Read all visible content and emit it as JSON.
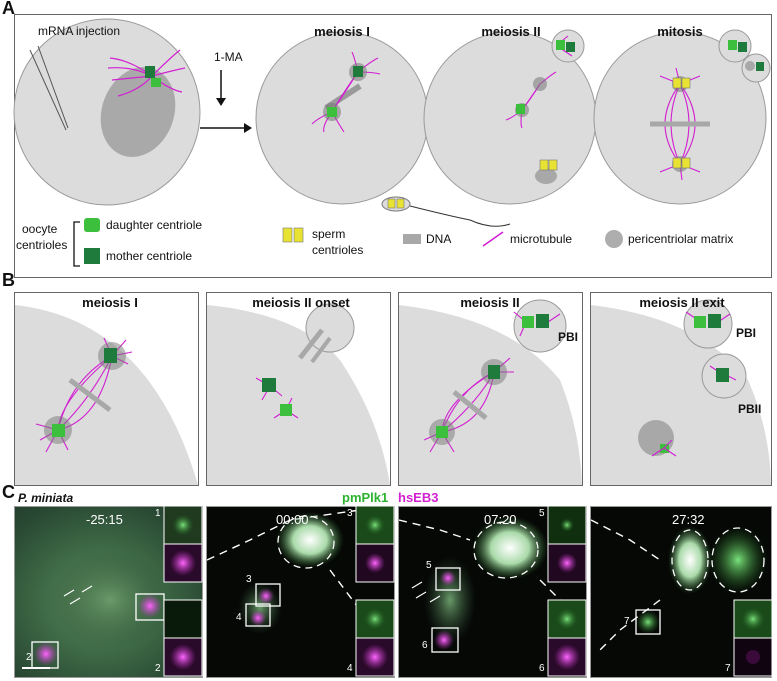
{
  "panelA": {
    "letter": "A",
    "injection_label": "mRNA injection",
    "treatment_label": "1-MA",
    "stages": [
      "meiosis I",
      "meiosis II",
      "mitosis"
    ],
    "legend": {
      "oocyte_centrioles": [
        "oocyte",
        "centrioles"
      ],
      "daughter_centriole": "daughter centriole",
      "mother_centriole": "mother centriole",
      "sperm_centrioles": [
        "sperm",
        "centrioles"
      ],
      "dna": "DNA",
      "microtubule": "microtubule",
      "pcm": "pericentriolar matrix"
    }
  },
  "panelB": {
    "letter": "B",
    "stages": [
      "meiosis I",
      "meiosis II onset",
      "meiosis II",
      "meiosis II exit"
    ],
    "pb1": "PBI",
    "pb2": "PBII"
  },
  "panelC": {
    "letter": "C",
    "species": "P. miniata",
    "marker_green": "pmPlk1",
    "marker_magenta": "hsEB3",
    "timepoints": [
      "-25:15",
      "00:00",
      "07:20",
      "27:32"
    ],
    "inset_numbers": [
      "1",
      "2",
      "3",
      "4",
      "5",
      "6",
      "7"
    ]
  },
  "colors": {
    "cell": "#dcdcdc",
    "microtubule": "#d21fd2",
    "centriole_light": "#3cbf3c",
    "centriole_dark": "#1e7b3c",
    "sperm_centriole": "#e8e233",
    "dna": "#a8a8a8",
    "green_signal": "#43d543",
    "magenta_signal": "#e53be5"
  }
}
